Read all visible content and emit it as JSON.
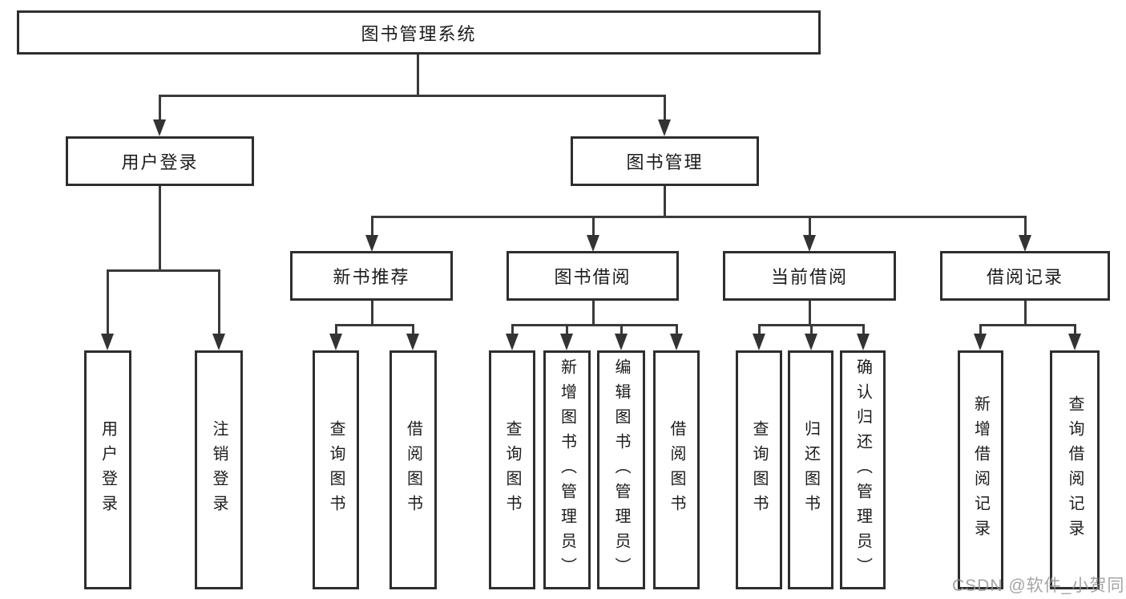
{
  "tree": {
    "label": "图书管理系统",
    "children": [
      {
        "label": "用户登录",
        "children": [
          {
            "label": "用户登录"
          },
          {
            "label": "注销登录"
          }
        ]
      },
      {
        "label": "图书管理",
        "children": [
          {
            "label": "新书推荐",
            "children": [
              {
                "label": "查询图书"
              },
              {
                "label": "借阅图书"
              }
            ]
          },
          {
            "label": "图书借阅",
            "children": [
              {
                "label": "查询图书"
              },
              {
                "label": "新增图书（管理员）"
              },
              {
                "label": "编辑图书（管理员）"
              },
              {
                "label": "借阅图书"
              }
            ]
          },
          {
            "label": "当前借阅",
            "children": [
              {
                "label": "查询图书"
              },
              {
                "label": "归还图书"
              },
              {
                "label": "确认归还（管理员）"
              }
            ]
          },
          {
            "label": "借阅记录",
            "children": [
              {
                "label": "新增借阅记录"
              },
              {
                "label": "查询借阅记录"
              }
            ]
          }
        ]
      }
    ]
  },
  "watermark": {
    "text": "CSDN @软件_小贺同学"
  },
  "colors": {
    "line": "#3a3a3a",
    "box_border": "#2e2e2e",
    "box_fill": "#ffffff",
    "text": "#1c1c1c",
    "watermark": "#949494"
  }
}
